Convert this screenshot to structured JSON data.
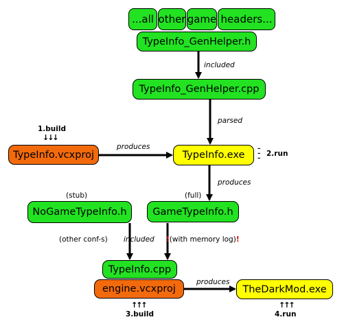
{
  "nodes": {
    "headers": [
      "...all",
      "other",
      "game",
      "headers..."
    ],
    "genhelper_h": "TypeInfo_GenHelper.h",
    "genhelper_cpp": "TypeInfo_GenHelper.cpp",
    "typeinfo_vcxproj": "TypeInfo.vcxproj",
    "typeinfo_exe": "TypeInfo.exe",
    "nogame_h": "NoGameTypeInfo.h",
    "game_h": "GameTypeInfo.h",
    "typeinfo_cpp": "TypeInfo.cpp",
    "engine_vcxproj": "engine.vcxproj",
    "darkmod_exe": "TheDarkMod.exe"
  },
  "edges": {
    "included_1": "included",
    "parsed": "parsed",
    "produces_1": "produces",
    "produces_2": "produces",
    "included_2": "included",
    "other_confs": "(other conf-s)",
    "memory_log_bang_left": "!",
    "memory_log": "(with memory log)",
    "memory_log_bang_right": "!",
    "produces_3": "produces"
  },
  "annotations": {
    "build_1": "1.build",
    "build_1_marks": "↓↓↓",
    "run_2": "2.run",
    "run_2_marks": "‾\n‾\n‾",
    "stub": "(stub)",
    "full": "(full)",
    "build_3_marks": "↑↑↑",
    "build_3": "3.build",
    "run_4_marks": "↑↑↑",
    "run_4": "4.run"
  },
  "colors": {
    "green": "#22e222",
    "orange": "#f26a0c",
    "yellow": "#ffff00",
    "arrow": "#000000",
    "bang": "#e00000"
  }
}
